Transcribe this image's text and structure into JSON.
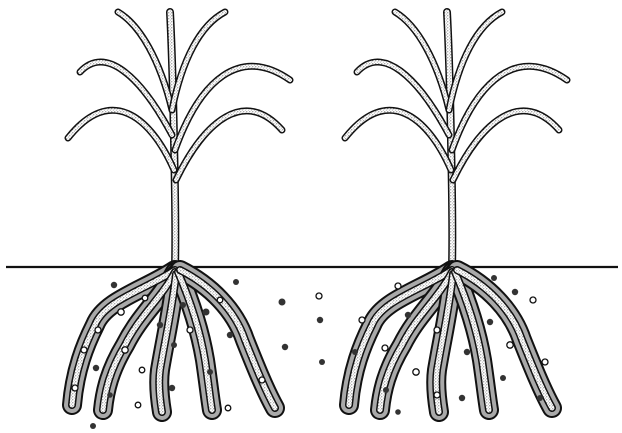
{
  "figure": {
    "background_color": "#ffffff",
    "ink_color": "#111111",
    "stipple_color": "#d9d9d9",
    "root_band_color": "#a9a9a9",
    "plants": [
      {
        "name": "plant-left"
      },
      {
        "name": "plant-right"
      }
    ],
    "soil_line": {
      "name": "soil-surface-line"
    },
    "soil_particles": {
      "name": "soil-particles"
    }
  }
}
